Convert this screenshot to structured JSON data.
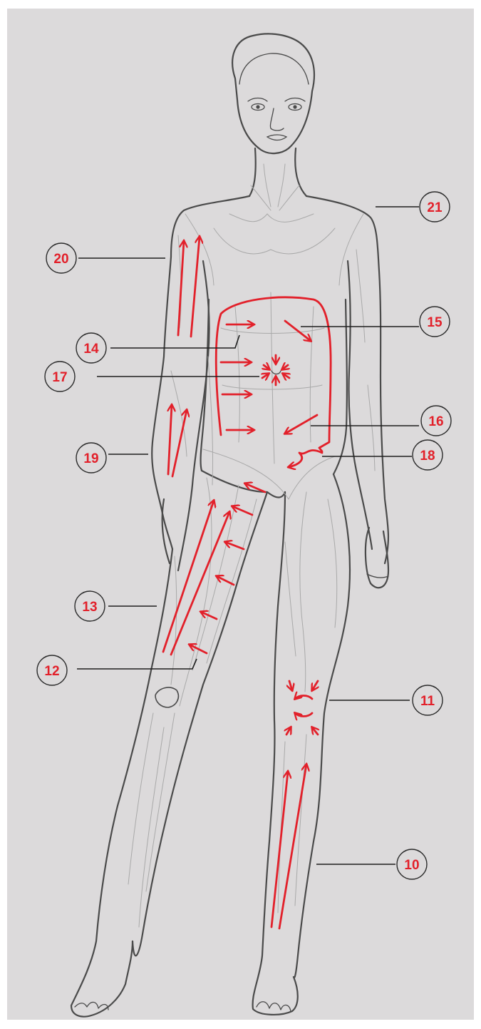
{
  "colors": {
    "background": "#dcdadb",
    "accent": "#e2202a",
    "outline": "#4a4a4a",
    "muscle": "#a9a9a9"
  },
  "callouts": [
    {
      "id": "c21",
      "label": "21"
    },
    {
      "id": "c20",
      "label": "20"
    },
    {
      "id": "c15",
      "label": "15"
    },
    {
      "id": "c14",
      "label": "14"
    },
    {
      "id": "c17",
      "label": "17"
    },
    {
      "id": "c16",
      "label": "16"
    },
    {
      "id": "c19",
      "label": "19"
    },
    {
      "id": "c18",
      "label": "18"
    },
    {
      "id": "c13",
      "label": "13"
    },
    {
      "id": "c12",
      "label": "12"
    },
    {
      "id": "c11",
      "label": "11"
    },
    {
      "id": "c10",
      "label": "10"
    }
  ]
}
